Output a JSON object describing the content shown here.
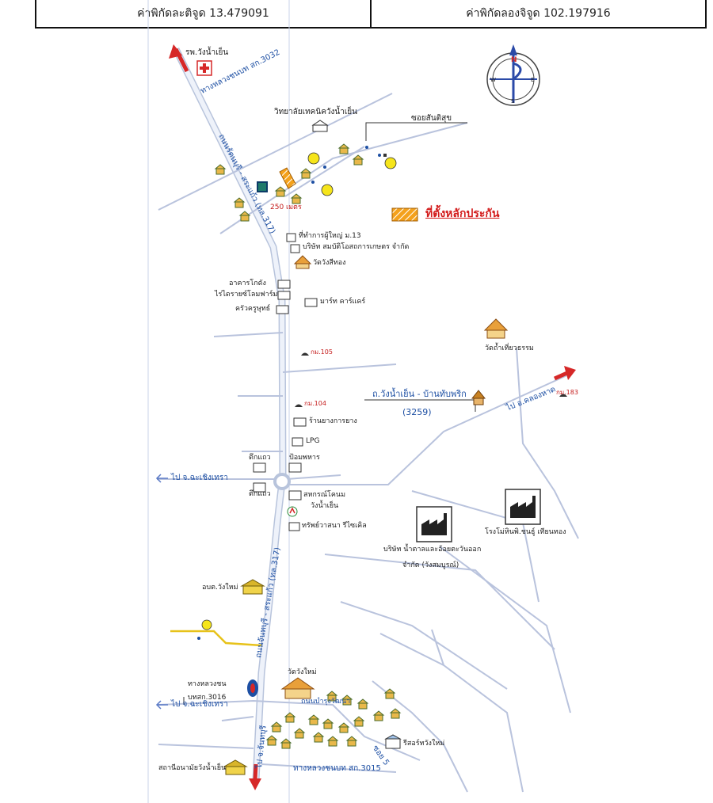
{
  "coords": {
    "lat": "ค่าพิกัดละติจูด 13.479091",
    "lon": "ค่าพิกัดลองจิจูด 102.197916"
  },
  "compass": {
    "n": "N",
    "s": "S",
    "e": "E",
    "w": "W"
  },
  "legend": {
    "label": "ที่ตั้งหลักประกัน",
    "swatch_color": "#f4a11c"
  },
  "roads": {
    "main_north": "ถนนรัตนบุรี - สระแก้ว (ทล.317)",
    "main_south": "ถนนจันทบุรี - สระแก้ว (ทล.317)",
    "main_bottom": "ไป จ.จันทบุรี",
    "north_rural": "ทางหลวงชนบท สก.3032",
    "soi": "ซอยสันติสุข",
    "road_3259_name": "ถ.วังน้ำเย็น - บ้านทับพริก",
    "road_3259_num": "(3259)",
    "to_khlonghat": "ไป อ.คลองหาด",
    "to_chachoengsao_1": "ไป จ.ฉะเชิงเทรา",
    "to_chachoengsao_2": "ไป จ.ฉะเชิงเทรา",
    "rural_3016_a": "ทางหลวงชน",
    "rural_3016_b": "บทสก.3016",
    "rural_3015": "ทางหลวงชนบท สก.3015",
    "soi5": "ซอย 5",
    "kanchana": "ถนนบำรุงวัฒนา"
  },
  "km_markers": {
    "k105": "กม.105",
    "k104": "กม.104",
    "k183": "กม.183"
  },
  "distance": "250 เมตร",
  "places": {
    "hospital": "รพ.วังน้ำเย็น",
    "college": "วิทยาลัยเทคนิควังน้ำเย็น",
    "village_office": "ที่ทำการผู้ใหญ่ ม.13",
    "company_agri": "บริษัท สมบัติโอสถการเกษตร จำกัด",
    "wat_wangsithong": "วัดวังสีทอง",
    "bldg_kodang": "อาคารโกดัง",
    "farm": "ไร่ไดรายซ์โลมฟาร์ม",
    "khrua": "ครัวครูษุทธ์",
    "mart": "มาร์ท คาร์แคร์",
    "wat_tham": "วัดถ้ำเที่ยวธรรม",
    "rubber_shop": "ร้านยางการยาง",
    "lpg": "LPG",
    "shophouse_1": "ตึกแถว",
    "shophouse_2": "ตึกแถว",
    "police": "ป้อมพหาร",
    "coop": "สหกรณ์โคนม",
    "coop2": "วังน้ำเย็น",
    "ptt": "ทรัพย์วาสนา รีไซเคิล",
    "sugar_1": "บริษัท น้ำตาลและอ้อยตะวันออก",
    "sugar_2": "จำกัด (วังสมบูรณ์)",
    "factory2": "โรงโม่หินพิ.ชนธู์ เทียนทอง",
    "sao": "อบต.วังใหม่",
    "wat_wangmai": "วัดวังใหม่",
    "resort": "รีสอร์ทวังใหม่",
    "health": "สถานีอนามัยวังน้ำเย็น"
  }
}
